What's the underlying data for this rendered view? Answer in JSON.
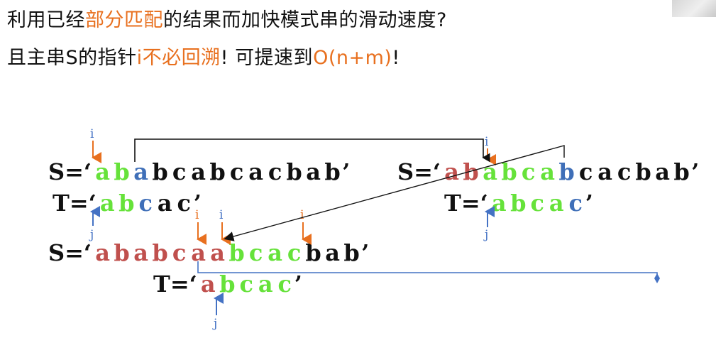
{
  "heading": {
    "line1": [
      {
        "text": "利用已经",
        "style": "normal"
      },
      {
        "text": "部分匹配",
        "style": "highlight"
      },
      {
        "text": "的结果而加快模式串的滑动速度?",
        "style": "normal"
      }
    ],
    "line2": [
      {
        "text": "且主串S的指针",
        "style": "normal"
      },
      {
        "text": "i不必回溯",
        "style": "highlight"
      },
      {
        "text": "! 可提速到",
        "style": "normal"
      },
      {
        "text": "O(n+m)",
        "style": "highlight"
      },
      {
        "text": "!",
        "style": "normal"
      }
    ]
  },
  "colors": {
    "highlight": "#e8701f",
    "matched": "#66e23a",
    "mismatch": "#3f6fb8",
    "skipped": "#c0504d",
    "pointer_blue": "#4472c4",
    "pointer_orange": "#e8701f",
    "text": "#111111"
  },
  "example1": {
    "s_prefix": "S=‘",
    "s_chars": [
      {
        "c": "a",
        "color": "green"
      },
      {
        "c": "b",
        "color": "green"
      },
      {
        "c": "a",
        "color": "blue"
      },
      {
        "c": "b",
        "color": "black"
      },
      {
        "c": "c",
        "color": "black"
      },
      {
        "c": "a",
        "color": "black"
      },
      {
        "c": "b",
        "color": "black"
      },
      {
        "c": "c",
        "color": "black"
      },
      {
        "c": "a",
        "color": "black"
      },
      {
        "c": "c",
        "color": "black"
      },
      {
        "c": "b",
        "color": "black"
      },
      {
        "c": "a",
        "color": "black"
      },
      {
        "c": "b",
        "color": "black"
      }
    ],
    "s_suffix": "’",
    "t_prefix": "T=‘",
    "t_chars": [
      {
        "c": "a",
        "color": "green"
      },
      {
        "c": "b",
        "color": "green"
      },
      {
        "c": "c",
        "color": "blue"
      },
      {
        "c": "a",
        "color": "black"
      },
      {
        "c": "c",
        "color": "black"
      }
    ],
    "t_suffix": "’"
  },
  "example2": {
    "s_prefix": "S=‘",
    "s_chars": [
      {
        "c": "a",
        "color": "red"
      },
      {
        "c": "b",
        "color": "red"
      },
      {
        "c": "a",
        "color": "green"
      },
      {
        "c": "b",
        "color": "green"
      },
      {
        "c": "c",
        "color": "green"
      },
      {
        "c": "a",
        "color": "green"
      },
      {
        "c": "b",
        "color": "blue"
      },
      {
        "c": "c",
        "color": "black"
      },
      {
        "c": "a",
        "color": "black"
      },
      {
        "c": "c",
        "color": "black"
      },
      {
        "c": "b",
        "color": "black"
      },
      {
        "c": "a",
        "color": "black"
      },
      {
        "c": "b",
        "color": "black"
      }
    ],
    "s_suffix": "’",
    "t_prefix": "T=‘",
    "t_chars": [
      {
        "c": "a",
        "color": "green"
      },
      {
        "c": "b",
        "color": "green"
      },
      {
        "c": "c",
        "color": "green"
      },
      {
        "c": "a",
        "color": "green"
      },
      {
        "c": "c",
        "color": "blue"
      }
    ],
    "t_suffix": "’"
  },
  "example3": {
    "s_prefix": "S=‘",
    "s_chars": [
      {
        "c": "a",
        "color": "red"
      },
      {
        "c": "b",
        "color": "red"
      },
      {
        "c": "a",
        "color": "red"
      },
      {
        "c": "b",
        "color": "red"
      },
      {
        "c": "c",
        "color": "red"
      },
      {
        "c": "a",
        "color": "red"
      },
      {
        "c": "a",
        "color": "red"
      },
      {
        "c": "b",
        "color": "green"
      },
      {
        "c": "c",
        "color": "green"
      },
      {
        "c": "a",
        "color": "green"
      },
      {
        "c": "c",
        "color": "green"
      },
      {
        "c": "b",
        "color": "black"
      },
      {
        "c": "a",
        "color": "black"
      },
      {
        "c": "b",
        "color": "black"
      }
    ],
    "s_suffix": "’",
    "t_prefix": "T=‘",
    "t_chars": [
      {
        "c": "a",
        "color": "red"
      },
      {
        "c": "b",
        "color": "green"
      },
      {
        "c": "c",
        "color": "green"
      },
      {
        "c": "a",
        "color": "green"
      },
      {
        "c": "c",
        "color": "green"
      }
    ],
    "t_suffix": "’"
  },
  "pointers": {
    "i_label": "i",
    "j_label": "j"
  }
}
